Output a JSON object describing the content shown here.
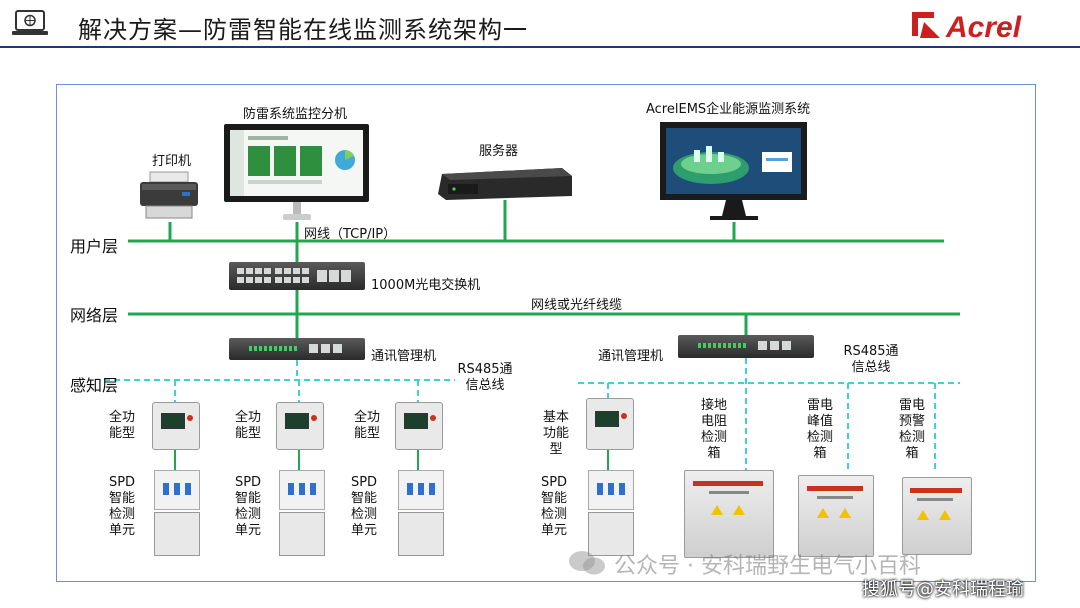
{
  "header": {
    "title": "解决方案—防雷智能在线监测系统架构一",
    "brand": "Acrel",
    "brand_color": "#cc1f1f",
    "accent_color": "#1f3a78"
  },
  "layers": {
    "user": "用户层",
    "network": "网络层",
    "sensing": "感知层"
  },
  "line_colors": {
    "ethernet": "#1fa84f",
    "rs485": "#3fd3cf"
  },
  "user_devices": {
    "printer": "打印机",
    "monitor_pc": "防雷系统监控分机",
    "server": "服务器",
    "ems": "AcrelEMS企业能源监测系统"
  },
  "network": {
    "cable_label": "网线（TCP/IP）",
    "switch_label": "1000M光电交换机",
    "fiber_label": "网线或光纤线缆",
    "comm_manager_left": "通讯管理机",
    "comm_manager_right": "通讯管理机",
    "rs485_left": [
      "RS485通",
      "信总线"
    ],
    "rs485_right": [
      "RS485通",
      "信总线"
    ]
  },
  "sensing": {
    "meters": [
      {
        "label": [
          "全功",
          "能型"
        ]
      },
      {
        "label": [
          "全功",
          "能型"
        ]
      },
      {
        "label": [
          "全功",
          "能型"
        ]
      },
      {
        "label": [
          "基本",
          "功能",
          "型"
        ]
      }
    ],
    "spd_label": [
      "SPD",
      "智能",
      "检测",
      "单元"
    ],
    "boxes": [
      {
        "label": [
          "接地",
          "电阻",
          "检测",
          "箱"
        ]
      },
      {
        "label": [
          "雷电",
          "峰值",
          "检测",
          "箱"
        ]
      },
      {
        "label": [
          "雷电",
          "预警",
          "检测",
          "箱"
        ]
      }
    ]
  },
  "watermarks": {
    "wechat": "公众号 · 安科瑞野生电气小百科",
    "sohu": "搜狐号@安科瑞程瑜"
  }
}
